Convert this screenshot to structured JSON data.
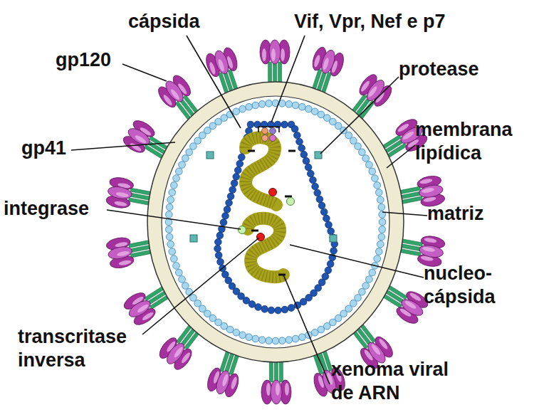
{
  "diagram": {
    "labels": [
      "cápsida",
      "Vif, Vpr, Nef e p7",
      "gp120",
      "protease",
      "membrana lipídica",
      "gp41",
      "matriz",
      "integrase",
      "nucleo- cápsida",
      "transcritase inversa",
      "xenoma viral de ARN"
    ]
  }
}
